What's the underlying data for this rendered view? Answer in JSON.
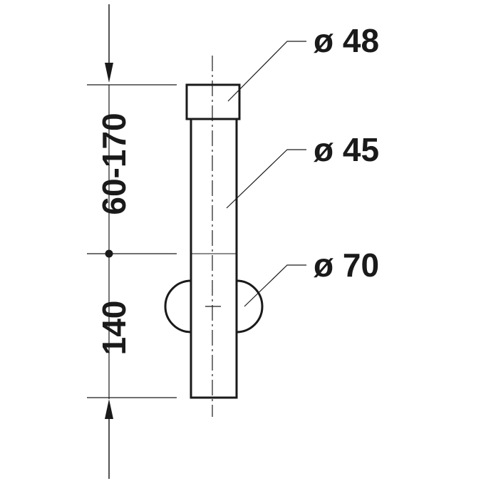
{
  "diameters": {
    "top_cap": "ø 48",
    "pipe": "ø 45",
    "rosette": "ø 70"
  },
  "dimensions": {
    "upper_range": "60-170",
    "lower_height": "140"
  },
  "colors": {
    "ink": "#1a1a1a",
    "background": "#ffffff"
  }
}
